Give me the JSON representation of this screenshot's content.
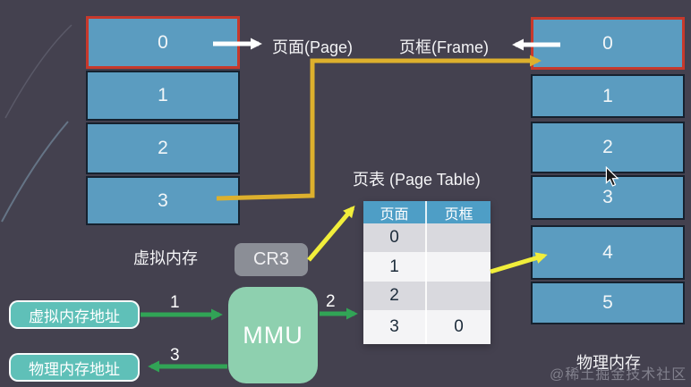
{
  "colors": {
    "background": "#44414f",
    "box-blue": "#5b9cc0",
    "box-border": "#16212e",
    "highlight-red": "#c7392c",
    "green": "#31a456",
    "amber": "#ddb02d",
    "yellow": "#f1ee3b",
    "teal": "#5fc0b8",
    "mmu-green": "#8ed0af",
    "cr3-gray": "#8b8e96",
    "table-header": "#4e9ec6",
    "row-light": "#f4f4f6",
    "row-gray": "#d9d9de",
    "table-text": "#1c2b3a"
  },
  "virtual_memory": {
    "label": "虚拟内存",
    "cells": [
      "0",
      "1",
      "2",
      "3"
    ]
  },
  "physical_memory": {
    "label": "物理内存",
    "cells": [
      "0",
      "1",
      "2",
      "3",
      "4",
      "5"
    ]
  },
  "annotations": {
    "page_label": "页面(Page)",
    "frame_label": "页框(Frame)"
  },
  "page_table": {
    "title": "页表 (Page Table)",
    "headers": [
      "页面",
      "页框"
    ],
    "rows": [
      {
        "page": "0",
        "frame": ""
      },
      {
        "page": "1",
        "frame": ""
      },
      {
        "page": "2",
        "frame": ""
      },
      {
        "page": "3",
        "frame": "0"
      }
    ]
  },
  "cr3": {
    "label": "CR3"
  },
  "mmu": {
    "label": "MMU"
  },
  "address_boxes": {
    "virtual": "虚拟内存地址",
    "physical": "物理内存地址"
  },
  "flow_steps": {
    "step1": "1",
    "step2": "2",
    "step3": "3"
  },
  "watermark": "@稀土掘金技术社区"
}
